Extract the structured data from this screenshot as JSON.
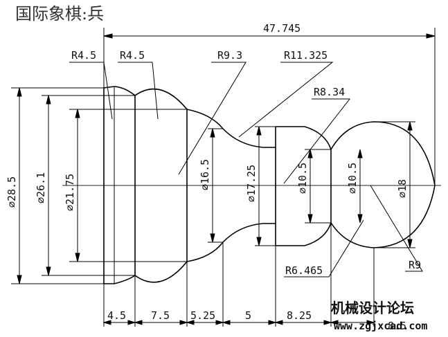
{
  "title": "国际象棋:兵",
  "overall_length": "47.745",
  "radius_labels": {
    "r1": "R4.5",
    "r2": "R4.5",
    "r3": "R9.3",
    "r4": "R11.325",
    "r5": "R8.34",
    "r6": "R6.465",
    "r7": "R9"
  },
  "diameter_labels": {
    "d1": "⌀28.5",
    "d2": "⌀26.1",
    "d3": "⌀21.75",
    "d4": "⌀16.5",
    "d5": "⌀17.25",
    "d6": "⌀10.5",
    "d7": "⌀10.5",
    "d8": "⌀18"
  },
  "segment_labels": {
    "s1": "4.5",
    "s2": "7.5",
    "s3": "5.25",
    "s4": "5",
    "s5": "8.25",
    "s6": "8.5"
  },
  "watermark": {
    "brand": "机械设计论坛",
    "site": "www.zgjxcad.com"
  }
}
